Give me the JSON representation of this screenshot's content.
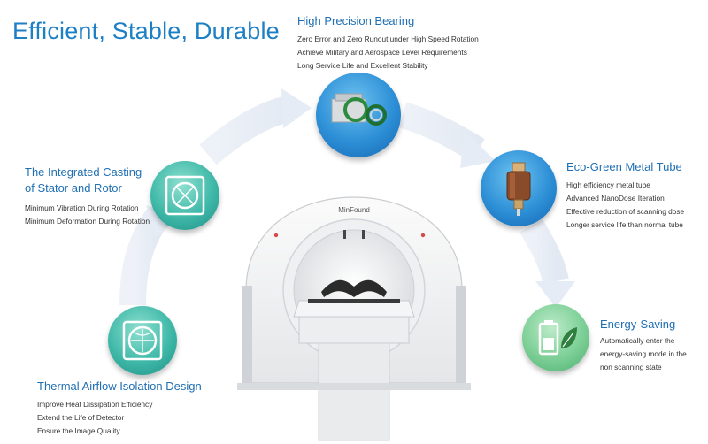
{
  "page": {
    "title": "Efficient, Stable, Durable",
    "brand": "MinFound"
  },
  "features": [
    {
      "key": "bearing",
      "title": "High Precision Bearing",
      "lines": [
        "Zero Error and Zero Runout under High Speed Rotation",
        "Achieve Military and Aerospace Level Requirements",
        "Long Service Life and Excellent Stability"
      ],
      "icon": "bearing-icon"
    },
    {
      "key": "casting",
      "title_lines": [
        "The Integrated Casting",
        "of Stator and Rotor"
      ],
      "lines": [
        "Minimum Vibration During Rotation",
        "Minimum Deformation During Rotation"
      ],
      "icon": "casting-icon"
    },
    {
      "key": "tube",
      "title": "Eco-Green Metal Tube",
      "lines": [
        "High efficiency metal tube",
        "Advanced NanoDose Iteration",
        "Effective reduction of scanning dose",
        "Longer service life than normal tube"
      ],
      "icon": "metal-tube-icon"
    },
    {
      "key": "energy",
      "title": "Energy-Saving",
      "lines": [
        "Automatically enter the",
        "energy-saving mode in the",
        "non scanning state"
      ],
      "icon": "battery-leaf-icon"
    },
    {
      "key": "thermal",
      "title": "Thermal Airflow Isolation Design",
      "lines": [
        "Improve Heat Dissipation Efficiency",
        "Extend the Life of Detector",
        "Ensure the Image Quality"
      ],
      "icon": "airflow-icon"
    }
  ],
  "colors": {
    "title_blue": "#1d7fc4",
    "feature_title_blue": "#1f6fb3",
    "arrow": "#e6ecf5"
  }
}
